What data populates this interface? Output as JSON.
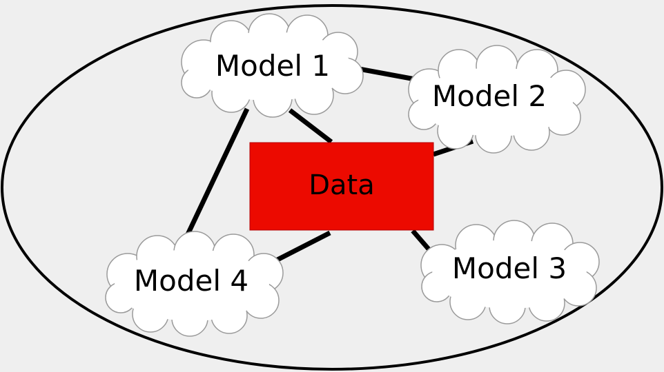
{
  "diagram": {
    "data_box": {
      "label": "Data",
      "color": "#ec0a00"
    },
    "models": [
      {
        "label": "Model 1"
      },
      {
        "label": "Model 2"
      },
      {
        "label": "Model 3"
      },
      {
        "label": "Model 4"
      }
    ],
    "connections": [
      [
        "Model 1",
        "Model 2"
      ],
      [
        "Model 1",
        "Data"
      ],
      [
        "Model 1",
        "Model 4"
      ],
      [
        "Model 2",
        "Data"
      ],
      [
        "Model 3",
        "Data"
      ],
      [
        "Model 4",
        "Data"
      ]
    ]
  }
}
